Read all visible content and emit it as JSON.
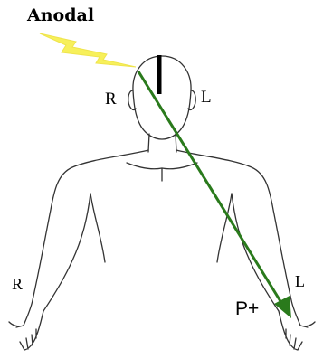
{
  "stimulation": {
    "label": "Anodal",
    "bolt_color": "#f7f05a"
  },
  "sides": {
    "head_right": "R",
    "head_left": "L",
    "hand_right": "R",
    "hand_left": "L"
  },
  "vector": {
    "label": "P+",
    "color": "#2a7a1c"
  },
  "electrode": {
    "color": "#000000"
  }
}
